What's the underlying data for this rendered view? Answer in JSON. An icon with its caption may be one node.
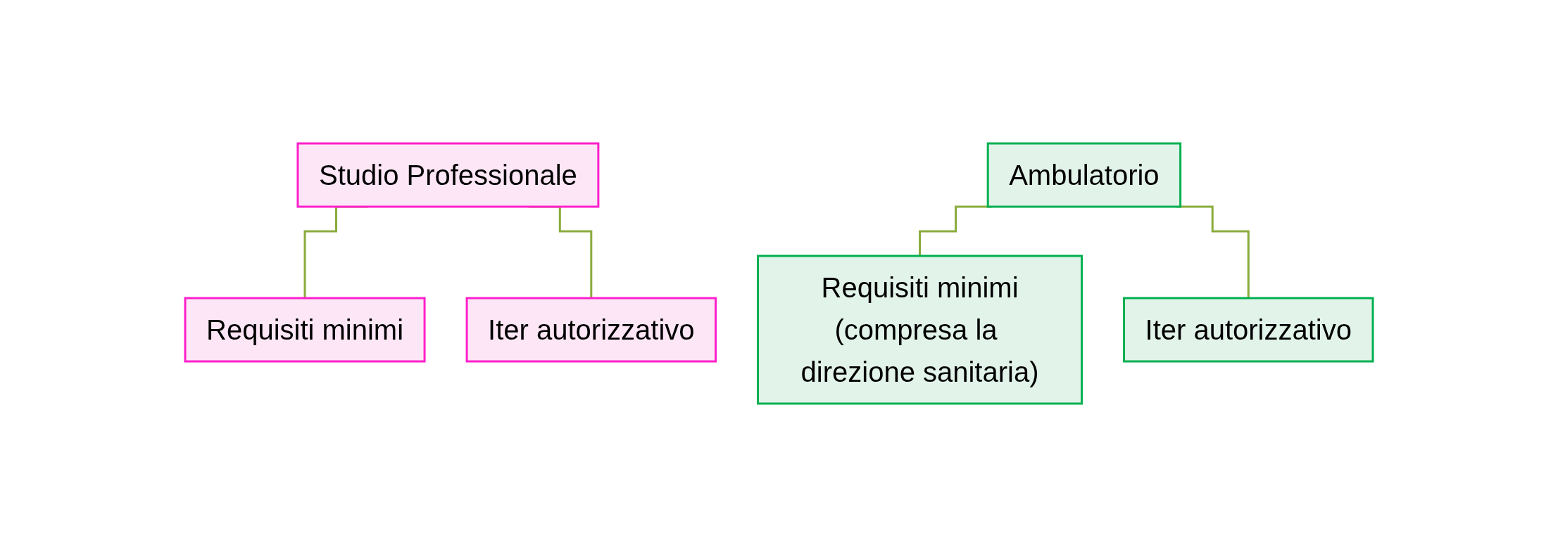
{
  "diagram": {
    "nodes": [
      {
        "text": [
          "Studio Professionale"
        ]
      },
      {
        "text": [
          "Requisiti minimi"
        ]
      },
      {
        "text": [
          "Iter autorizzativo"
        ]
      },
      {
        "text": [
          "Ambulatorio"
        ]
      },
      {
        "text": [
          "Requisiti minimi",
          "(compresa la direzione sanitaria)"
        ]
      },
      {
        "text": [
          "Iter autorizzativo"
        ]
      }
    ],
    "edges": [
      {
        "from": 0,
        "to": 1,
        "arrow": "none"
      },
      {
        "from": 0,
        "to": 2,
        "arrow": "none"
      },
      {
        "from": 3,
        "to": 4,
        "arrow": "none"
      },
      {
        "from": 3,
        "to": 5,
        "arrow": "none"
      }
    ]
  }
}
